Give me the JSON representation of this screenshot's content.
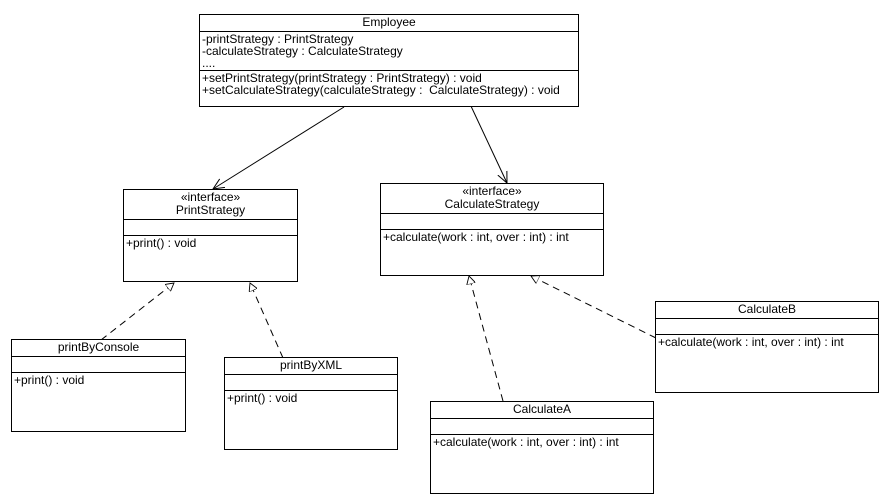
{
  "classes": {
    "employee": {
      "name": "Employee",
      "attributes": [
        "-printStrategy : PrintStrategy",
        "-calculateStrategy : CalculateStrategy",
        "...."
      ],
      "operations": [
        "+setPrintStrategy(printStrategy : PrintStrategy) : void",
        "+setCalculateStrategy(calculateStrategy :  CalculateStrategy) : void"
      ]
    },
    "print_strategy": {
      "stereotype": "«interface»",
      "name": "PrintStrategy",
      "operations": [
        "+print() : void"
      ]
    },
    "calculate_strategy": {
      "stereotype": "«interface»",
      "name": "CalculateStrategy",
      "operations": [
        "+calculate(work : int, over : int) : int"
      ]
    },
    "print_by_console": {
      "name": "printByConsole",
      "operations": [
        "+print() : void"
      ]
    },
    "print_by_xml": {
      "name": "printByXML",
      "operations": [
        "+print() : void"
      ]
    },
    "calculate_a": {
      "name": "CalculateA",
      "operations": [
        "+calculate(work : int, over : int) : int"
      ]
    },
    "calculate_b": {
      "name": "CalculateB",
      "operations": [
        "+calculate(work : int, over : int) : int"
      ]
    }
  }
}
